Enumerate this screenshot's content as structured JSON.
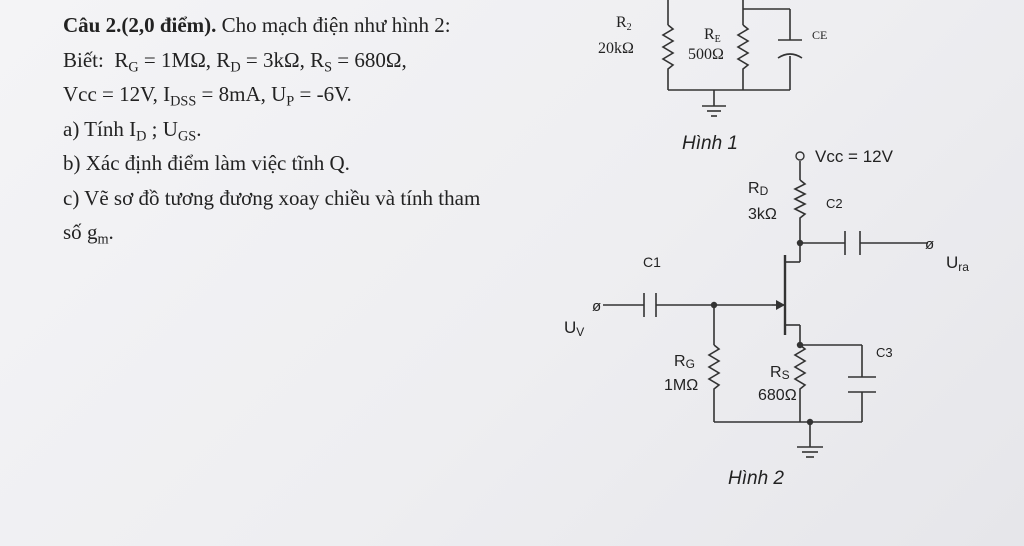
{
  "problem": {
    "heading": "Câu 2.(2,0 điểm).",
    "intro": " Cho mạch điện như hình 2:",
    "given_label": "Biết:",
    "rg_sym": "R",
    "rg_sub": "G",
    "rg_val": " = 1MΩ, ",
    "rd_sym": "R",
    "rd_sub": "D",
    "rd_val": " = 3kΩ,  ",
    "rs_sym": "R",
    "rs_sub": "S",
    "rs_val": " = 680Ω,",
    "vcc_text": "Vcc = 12V, ",
    "idss_sym": "I",
    "idss_sub": "DSS",
    "idss_val": " = 8mA, ",
    "up_sym": "U",
    "up_sub": "P",
    "up_val": " = -6V.",
    "q_a_prefix": "a)  Tính ",
    "q_a_id_sym": "I",
    "q_a_id_sub": "D",
    "q_a_sep": " ; ",
    "q_a_ugs_sym": "U",
    "q_a_ugs_sub": "GS",
    "q_a_end": ".",
    "q_b": "b)  Xác định điểm làm việc tĩnh Q.",
    "q_c_text": "c) Vẽ sơ đồ tương đương xoay chiều và tính tham số ",
    "q_c_gm_sym": "g",
    "q_c_gm_sub": "m",
    "q_c_end": "."
  },
  "figure1": {
    "r2_name": "R",
    "r2_sub": "2",
    "r2_value": "20kΩ",
    "re_name": "R",
    "re_sub": "E",
    "re_value": "500Ω",
    "ce_label": "CE",
    "caption": "Hình 1"
  },
  "figure2": {
    "vcc_label": "Vcc = 12V",
    "rd_name": "R",
    "rd_sub": "D",
    "rd_value": "3kΩ",
    "c2_label": "C2",
    "c1_label": "C1",
    "c3_label": "C3",
    "uv_name": "U",
    "uv_sub": "V",
    "ura_name": "U",
    "ura_sub": "ra",
    "rg_name": "R",
    "rg_sub": "G",
    "rg_value": "1MΩ",
    "rs_name": "R",
    "rs_sub": "S",
    "rs_value": "680Ω",
    "caption": "Hình 2",
    "terminal_symbol": "ø"
  }
}
